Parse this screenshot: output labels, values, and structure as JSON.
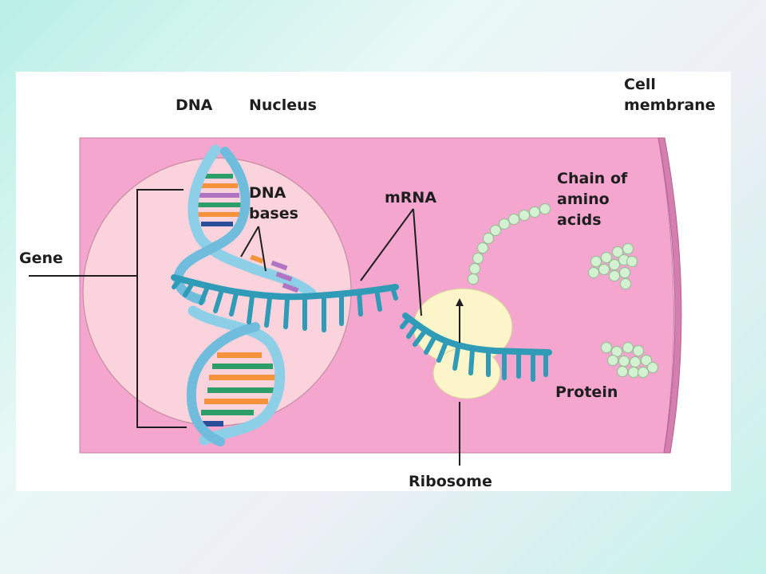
{
  "labels": {
    "dna": "DNA",
    "nucleus": "Nucleus",
    "cell_membrane_line1": "Cell",
    "cell_membrane_line2": "membrane",
    "gene": "Gene",
    "dna_bases_line1": "DNA",
    "dna_bases_line2": "bases",
    "mrna": "mRNA",
    "chain_line1": "Chain of",
    "chain_line2": "amino",
    "chain_line3": "acids",
    "protein": "Protein",
    "ribosome": "Ribosome"
  },
  "colors": {
    "cytoplasm": "#f4a6cf",
    "membrane": "#d57eb0",
    "nucleus": "#fbd3dc",
    "dna_backbone": "#8ecfe8",
    "mrna": "#2f9bb7",
    "ribosome": "#fbf5c9",
    "amino_acid": "#d4f2d2",
    "base_orange": "#f5933c",
    "base_green": "#2e9e68",
    "base_purple": "#b174c2",
    "base_navy": "#2a4f98"
  }
}
